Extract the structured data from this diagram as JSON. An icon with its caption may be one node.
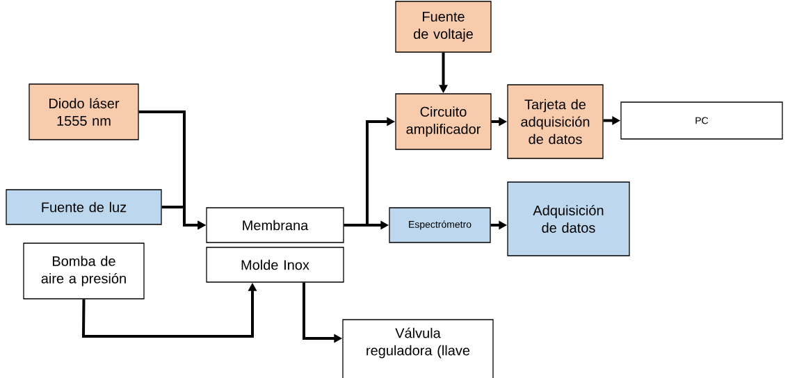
{
  "diagram": {
    "nodes": [
      {
        "text": [
          "Diodo láser 1555 nm"
        ]
      },
      {
        "text": [
          "Fuente de luz"
        ]
      },
      {
        "text": [
          "Bomba de aire a presión"
        ]
      },
      {
        "text": [
          "Membrana"
        ]
      },
      {
        "text": [
          "Molde Inox"
        ]
      },
      {
        "text": [
          "Fuente de voltaje"
        ]
      },
      {
        "text": [
          "Circuito amplificador"
        ]
      },
      {
        "text": [
          "Tarjeta de adquisición de datos"
        ]
      },
      {
        "text": [
          "PC"
        ]
      },
      {
        "text": [
          "Espectrómetro"
        ]
      },
      {
        "text": [
          "Adquisición de datos"
        ]
      },
      {
        "text": [
          "Válvula reguladora (llave"
        ]
      }
    ],
    "edges": [
      {
        "from": 0,
        "to": 3,
        "arrow": "to"
      },
      {
        "from": 1,
        "to": 3,
        "arrow": "to"
      },
      {
        "from": 2,
        "to": 4,
        "arrow": "to"
      },
      {
        "from": 4,
        "to": 11,
        "arrow": "to"
      },
      {
        "from": 3,
        "to": 6,
        "arrow": "to"
      },
      {
        "from": 3,
        "to": 9,
        "arrow": "to"
      },
      {
        "from": 5,
        "to": 6,
        "arrow": "to"
      },
      {
        "from": 6,
        "to": 7,
        "arrow": "to"
      },
      {
        "from": 7,
        "to": 8,
        "arrow": "to"
      },
      {
        "from": 9,
        "to": 10,
        "arrow": "to"
      }
    ]
  }
}
